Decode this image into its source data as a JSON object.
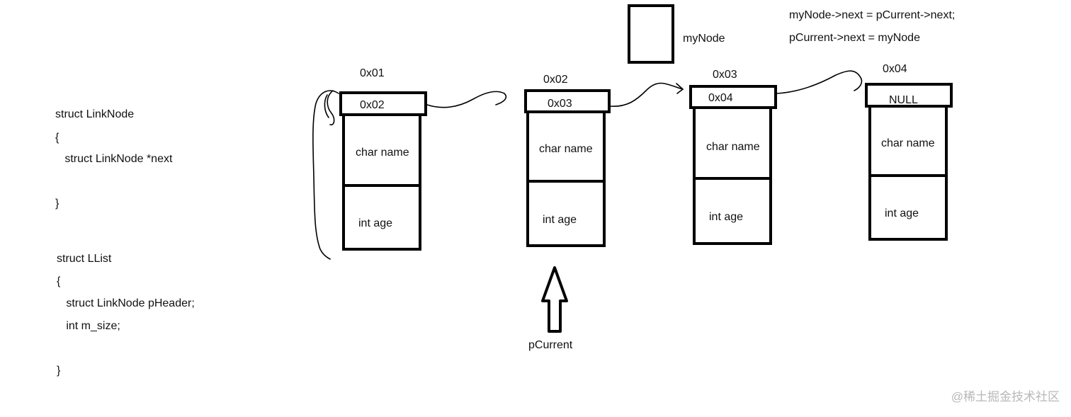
{
  "code": {
    "linknode": [
      "struct LinkNode",
      "{",
      "   struct LinkNode *next",
      "",
      "}"
    ],
    "llist": [
      "struct LList",
      "{",
      "   struct LinkNode pHeader;",
      "   int m_size;",
      "",
      "}"
    ]
  },
  "nodes": [
    {
      "address": "0x01",
      "next": "0x02",
      "field1": "char name",
      "field2": "int age"
    },
    {
      "address": "0x02",
      "next": "0x03",
      "field1": "char name",
      "field2": "int age"
    },
    {
      "address": "0x03",
      "next": "0x04",
      "field1": "char name",
      "field2": "int age"
    },
    {
      "address": "0x04",
      "next": "NULL",
      "field1": "char name",
      "field2": "int age"
    }
  ],
  "new_node": {
    "label": "myNode"
  },
  "pointer": {
    "label": "pCurrent"
  },
  "statements": [
    "myNode->next = pCurrent->next;",
    "pCurrent->next = myNode"
  ],
  "watermark": "@稀土掘金技术社区",
  "colors": {
    "ink": "#000000",
    "watermark": "#b8b8b8"
  }
}
